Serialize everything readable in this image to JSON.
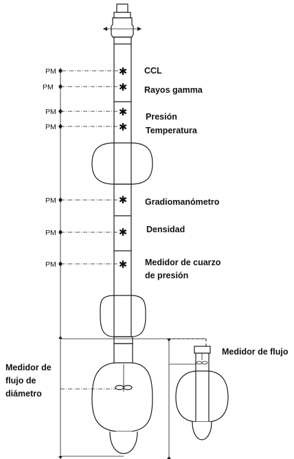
{
  "diagram": {
    "pm_label": "PM",
    "sensors": [
      {
        "label": "CCL"
      },
      {
        "label": "Rayos gamma"
      },
      {
        "label": "Presión"
      },
      {
        "label": "Temperatura"
      },
      {
        "label": "Gradiomanómetro"
      },
      {
        "label": "Densidad"
      },
      {
        "label": "Medidor de cuarzo"
      }
    ],
    "quartz_line2": "de presión",
    "flow_meter_label": "Medidor de flujo",
    "diameter_meter": {
      "line1": "Medidor de",
      "line2": "flujo de",
      "line3": "diámetro"
    },
    "colors": {
      "ink": "#1a1a1a",
      "background": "#ffffff"
    }
  }
}
